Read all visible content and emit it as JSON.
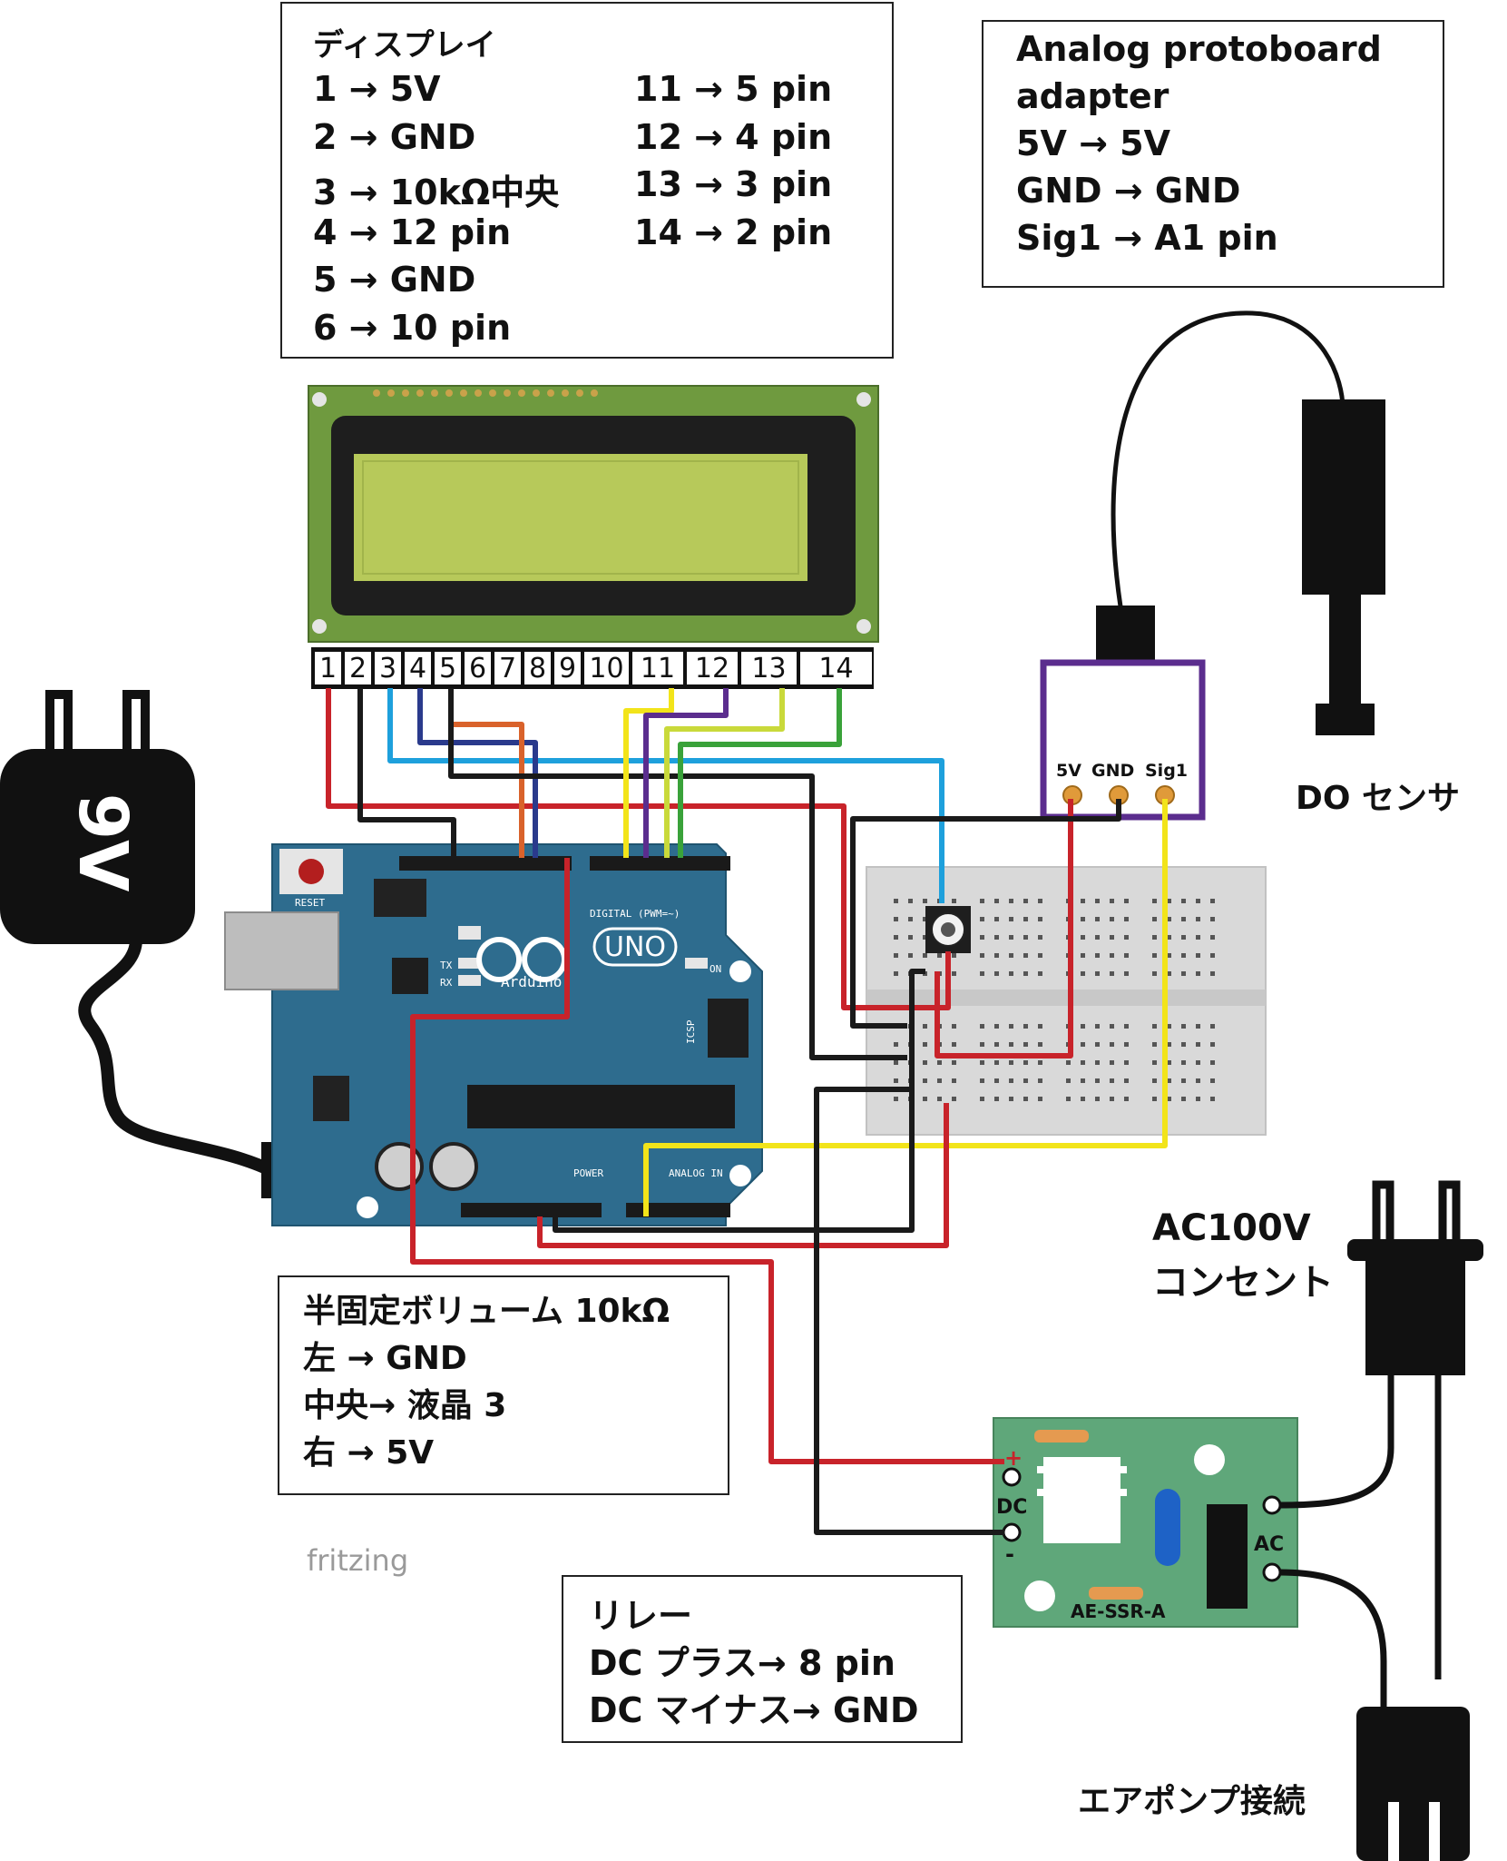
{
  "display_box": {
    "title": "ディスプレイ",
    "left_lines": [
      "1 → 5V",
      "2 → GND",
      "3 → 10kΩ中央",
      "4 → 12 pin",
      "5 → GND",
      "6 → 10 pin"
    ],
    "right_lines": [
      "11 → 5 pin",
      "12 → 4 pin",
      "13 → 3 pin",
      "14 → 2 pin"
    ]
  },
  "adapter_box": {
    "lines": [
      "Analog protoboard",
      "adapter",
      "5V → 5V",
      "GND → GND",
      "Sig1 → A1 pin"
    ]
  },
  "volume_box": {
    "lines": [
      "半固定ボリューム 10kΩ",
      "左 → GND",
      "中央→ 液晶 3",
      "右 → 5V"
    ]
  },
  "relay_box": {
    "lines": [
      "リレー",
      "DC プラス→ 8 pin",
      "DC マイナス→ GND"
    ]
  },
  "lcd_pins": [
    "1",
    "2",
    "3",
    "4",
    "5",
    "6",
    "7",
    "8",
    "9",
    "10",
    "11",
    "12",
    "13",
    "14"
  ],
  "labels": {
    "battery": "9V",
    "do_sensor": "DO センサ",
    "adapter_pins": [
      "5V",
      "GND",
      "Sig1"
    ],
    "ac_plug": [
      "AC100V",
      "コンセント"
    ],
    "air_pump": "エアポンプ接続",
    "relay_dc": "DC",
    "relay_plus": "+",
    "relay_minus": "-",
    "relay_ac": "AC",
    "relay_name": "AE-SSR-A",
    "fritzing": "fritzing",
    "arduino_brand": "Arduino",
    "arduino_model": "UNO",
    "arduino_reset": "RESET",
    "arduino_digital": "DIGITAL (PWM=~)",
    "arduino_analog": "ANALOG IN",
    "arduino_power": "POWER",
    "arduino_on": "ON",
    "arduino_tx": "TX",
    "arduino_rx": "RX",
    "arduino_icsp": "ICSP"
  },
  "wire_colors": {
    "red": "#c8232a",
    "black": "#1a1a1a",
    "blue": "#1ea0dc",
    "navy": "#2a3a8c",
    "orange": "#d9622b",
    "yellow": "#f2e41a",
    "purple": "#5b2d8e",
    "lime": "#c9d93a",
    "green": "#3aa23a"
  }
}
